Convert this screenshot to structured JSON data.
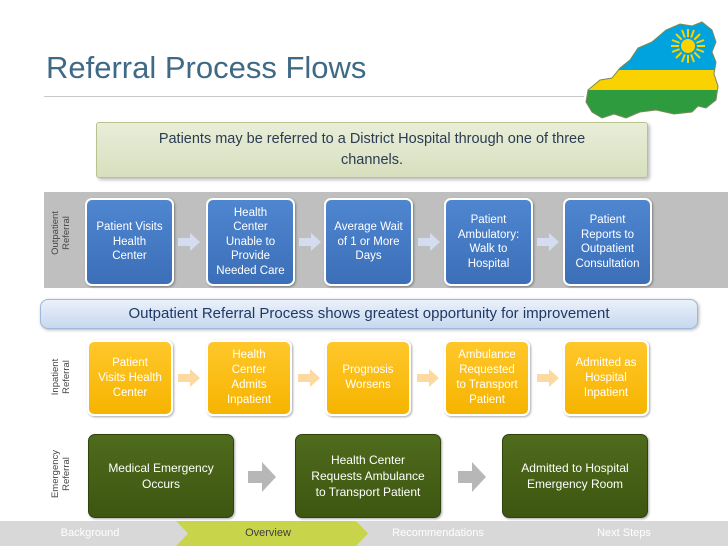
{
  "title": "Referral Process Flows",
  "callout": [
    "Patients may be referred to a District Hospital through one of three",
    "channels."
  ],
  "rows": {
    "outpatient": {
      "label": [
        "Outpatient",
        "Referral"
      ],
      "steps": [
        [
          "Patient Visits",
          "Health",
          "Center"
        ],
        [
          "Health",
          "Center",
          "Unable to",
          "Provide",
          "Needed Care"
        ],
        [
          "Average Wait",
          "of 1 or More",
          "Days"
        ],
        [
          "Patient",
          "Ambulatory:",
          "Walk to",
          "Hospital"
        ],
        [
          "Patient",
          "Reports to",
          "Outpatient",
          "Consultation"
        ]
      ]
    },
    "banner": "Outpatient Referral Process shows greatest opportunity for improvement",
    "inpatient": {
      "label": [
        "Inpatient",
        "Referral"
      ],
      "steps": [
        [
          "Patient",
          "Visits Health",
          "Center"
        ],
        [
          "Health",
          "Center",
          "Admits",
          "Inpatient"
        ],
        [
          "Prognosis",
          "Worsens"
        ],
        [
          "Ambulance",
          "Requested",
          "to Transport",
          "Patient"
        ],
        [
          "Admitted as",
          "Hospital",
          "Inpatient"
        ]
      ]
    },
    "emergency": {
      "label": [
        "Emergency",
        "Referral"
      ],
      "steps": [
        [
          "Medical Emergency",
          "Occurs"
        ],
        [
          "Health Center",
          "Requests Ambulance",
          "to Transport Patient"
        ],
        [
          "Admitted to Hospital",
          "Emergency Room"
        ]
      ]
    }
  },
  "nav": {
    "items": [
      "Background",
      "Overview",
      "Recommendations",
      "Next Steps"
    ],
    "active": "Overview"
  },
  "colors": {
    "title": "#3f6a86",
    "outpatient_box": "#4a7fc9",
    "inpatient_box": "#ffc000",
    "emergency_box": "#4a6418",
    "banner_text": "#1f3864",
    "nav_active": "#c8d44a"
  },
  "icons": {
    "map": "rwanda-flag-map-icon",
    "arrow": "right-arrow-icon"
  }
}
